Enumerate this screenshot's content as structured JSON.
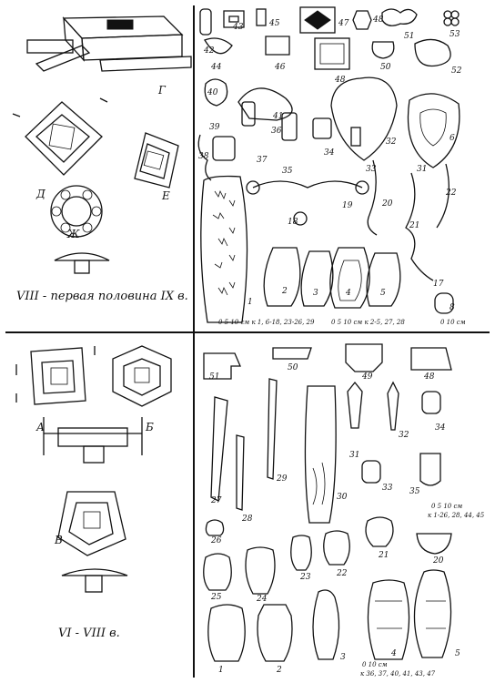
{
  "captions": {
    "upper": "VIII - первая половина IX в.",
    "lower": "VI - VIII в."
  },
  "section_letters": {
    "g": "Г",
    "d": "Д",
    "e": "Е",
    "zh": "Ж",
    "a": "А",
    "b": "Б",
    "v": "В"
  },
  "scales_upper": {
    "a": "0   5  10 см  к 1, 6-18, 23-26, 29",
    "b": "0   5   10 см  к 2-5, 27, 28",
    "c": "0      10 см"
  },
  "scales_lower": {
    "a": "0   5  10 см",
    "b": "к 1-26, 28, 44, 45",
    "c": "0       10 см",
    "d": "к 36, 37, 40, 41, 43, 47"
  },
  "numbers_upper": [
    "42",
    "43",
    "45",
    "47",
    "48",
    "51",
    "53",
    "44",
    "46",
    "48",
    "50",
    "52",
    "40",
    "39",
    "41",
    "36",
    "34",
    "32",
    "38",
    "37",
    "35",
    "33",
    "31",
    "6",
    "22",
    "1",
    "2",
    "3",
    "4",
    "5",
    "19",
    "18",
    "20",
    "21",
    "17",
    "8"
  ],
  "numbers_lower": [
    "51",
    "50",
    "49",
    "48",
    "27",
    "29",
    "30",
    "31",
    "32",
    "34",
    "33",
    "35",
    "28",
    "26",
    "25",
    "24",
    "23",
    "22",
    "21",
    "20",
    "1",
    "2",
    "3",
    "4",
    "5"
  ]
}
